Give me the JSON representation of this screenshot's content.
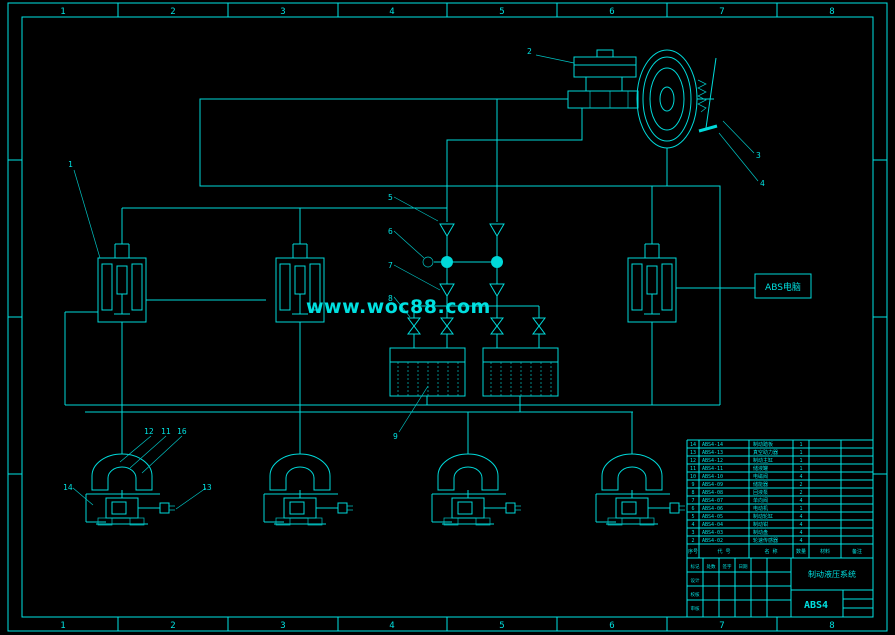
{
  "colors": {
    "line": "#00d9d9",
    "frame": "#00e5e5",
    "watermark_red": "#ff2d23",
    "background": "#000000"
  },
  "watermark": {
    "text": "www.woc88.com"
  },
  "ruler": {
    "top": [
      "1",
      "2",
      "3",
      "4",
      "5",
      "6",
      "7",
      "8"
    ],
    "bottom": [
      "1",
      "2",
      "3",
      "4",
      "5",
      "6",
      "7",
      "8"
    ]
  },
  "callouts": {
    "n1": "1",
    "n2": "2",
    "n3": "3",
    "n4": "4",
    "n5": "5",
    "n6": "6",
    "n7": "7",
    "n8": "8",
    "n9": "9",
    "n11": "11",
    "n12": "12",
    "n13": "13",
    "n14": "14",
    "n16": "16"
  },
  "abs_computer": {
    "label": "ABS电脑"
  },
  "title_block": {
    "headers": {
      "no": "序号",
      "code": "代 号",
      "name": "名 称",
      "qty": "数量",
      "mat": "材料",
      "note": "备注"
    },
    "rows": [
      {
        "no": "14",
        "code": "ABS4-14",
        "name": "制动踏板",
        "qty": "1",
        "mat": ""
      },
      {
        "no": "13",
        "code": "ABS4-13",
        "name": "真空助力器",
        "qty": "1",
        "mat": ""
      },
      {
        "no": "12",
        "code": "ABS4-12",
        "name": "制动主缸",
        "qty": "1",
        "mat": ""
      },
      {
        "no": "11",
        "code": "ABS4-11",
        "name": "储液罐",
        "qty": "1",
        "mat": ""
      },
      {
        "no": "10",
        "code": "ABS4-10",
        "name": "电磁阀",
        "qty": "4",
        "mat": ""
      },
      {
        "no": "9",
        "code": "ABS4-09",
        "name": "储能器",
        "qty": "2",
        "mat": ""
      },
      {
        "no": "8",
        "code": "ABS4-08",
        "name": "回液泵",
        "qty": "2",
        "mat": ""
      },
      {
        "no": "7",
        "code": "ABS4-07",
        "name": "单向阀",
        "qty": "4",
        "mat": ""
      },
      {
        "no": "6",
        "code": "ABS4-06",
        "name": "电动机",
        "qty": "1",
        "mat": ""
      },
      {
        "no": "5",
        "code": "ABS4-05",
        "name": "制动轮缸",
        "qty": "4",
        "mat": ""
      },
      {
        "no": "4",
        "code": "ABS4-04",
        "name": "制动钳",
        "qty": "4",
        "mat": ""
      },
      {
        "no": "3",
        "code": "ABS4-03",
        "name": "制动盘",
        "qty": "4",
        "mat": ""
      },
      {
        "no": "2",
        "code": "ABS4-02",
        "name": "轮速传感器",
        "qty": "4",
        "mat": ""
      }
    ],
    "admin": {
      "h1": "标记",
      "h2": "处数",
      "h3": "签字",
      "h4": "日期",
      "r1": "设计",
      "r2": "校核",
      "r3": "审核"
    },
    "drawing_title": "制动液压系统",
    "drawing_no": "ABS4"
  }
}
